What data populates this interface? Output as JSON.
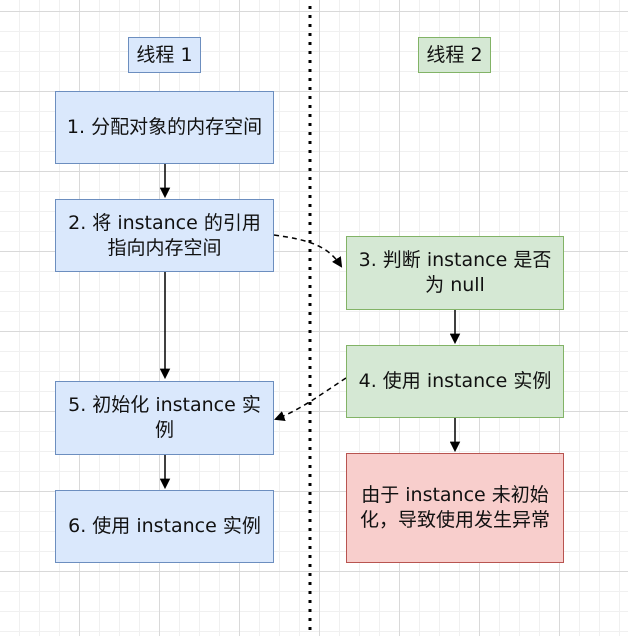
{
  "thread1": {
    "title": "线程 1",
    "step1": "1. 分配对象的内存空间",
    "step2": "2. 将 instance 的引用指向内存空间",
    "step5": "5. 初始化 instance 实例",
    "step6": "6. 使用 instance 实例"
  },
  "thread2": {
    "title": "线程 2",
    "step3": "3. 判断 instance 是否为 null",
    "step4": "4. 使用 instance 实例",
    "result": "由于 instance 未初始化，导致使用发生异常"
  },
  "colors": {
    "blue_fill": "#dae8fc",
    "blue_stroke": "#6c8ebf",
    "green_fill": "#d5e8d4",
    "green_stroke": "#82b366",
    "red_fill": "#f8cecc",
    "red_stroke": "#b85450"
  }
}
